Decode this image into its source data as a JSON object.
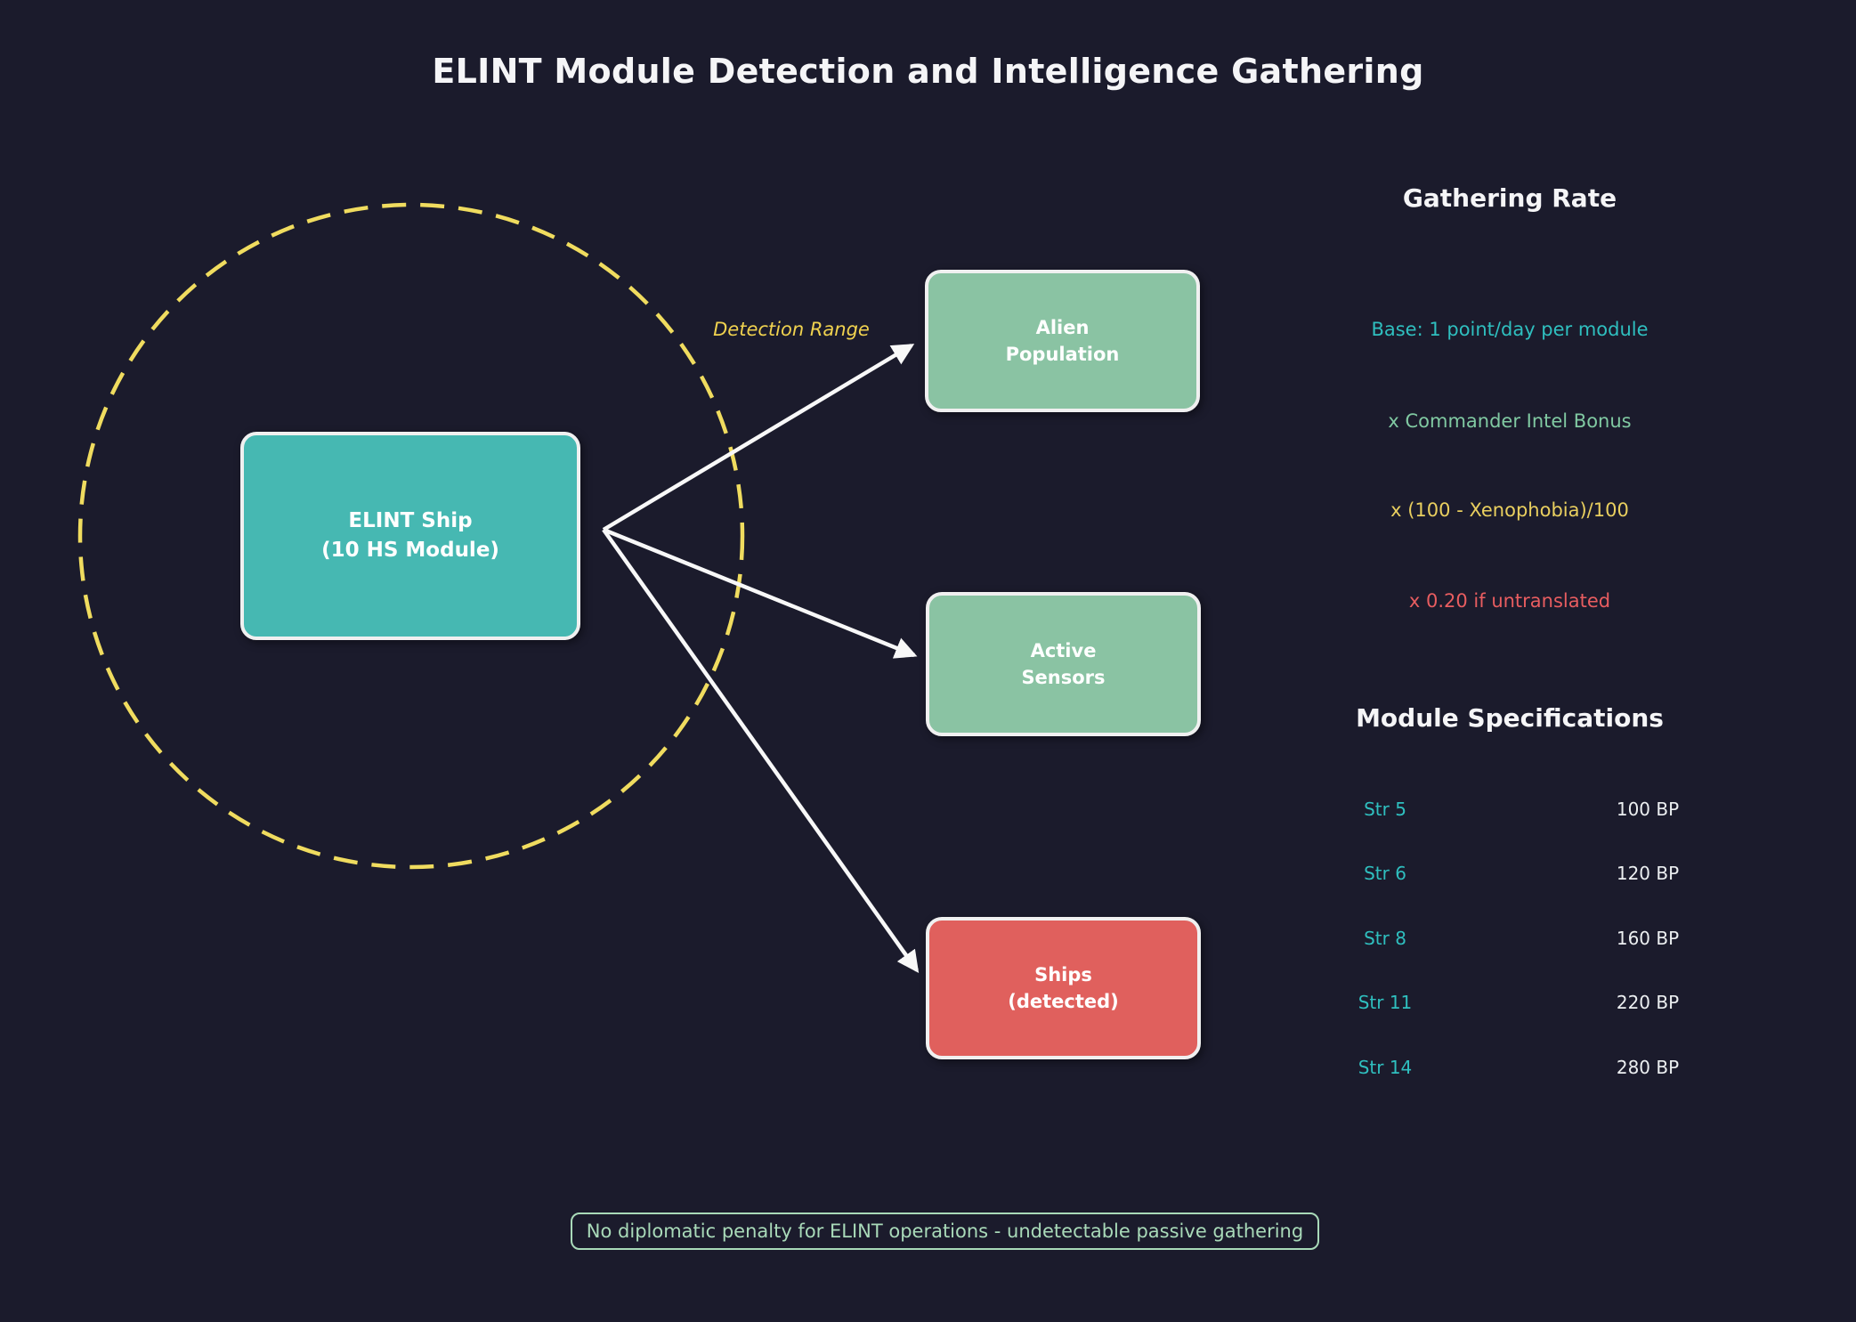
{
  "title": "ELINT Module Detection and Intelligence Gathering",
  "diagram": {
    "detection_range_label": "Detection Range",
    "ship": {
      "line1": "ELINT Ship",
      "line2": "(10 HS Module)"
    },
    "targets": [
      {
        "name": "alien-population",
        "line1": "Alien",
        "line2": "Population",
        "color": "#8ac3a3"
      },
      {
        "name": "active-sensors",
        "line1": "Active",
        "line2": "Sensors",
        "color": "#8ac3a3"
      },
      {
        "name": "ships-detected",
        "line1": "Ships",
        "line2": "(detected)",
        "color": "#e0605d"
      }
    ]
  },
  "gathering_rate": {
    "heading": "Gathering Rate",
    "lines": [
      {
        "text": "Base: 1 point/day per module",
        "color": "#2fbfbf"
      },
      {
        "text": "x Commander Intel Bonus",
        "color": "#80c9a2"
      },
      {
        "text": "x (100 - Xenophobia)/100",
        "color": "#e9cf5f"
      },
      {
        "text": "x 0.20 if untranslated",
        "color": "#e85d60"
      }
    ]
  },
  "module_specs": {
    "heading": "Module Specifications",
    "rows": [
      {
        "strength": "Str 5",
        "cost": "100 BP"
      },
      {
        "strength": "Str 6",
        "cost": "120 BP"
      },
      {
        "strength": "Str 8",
        "cost": "160 BP"
      },
      {
        "strength": "Str 11",
        "cost": "220 BP"
      },
      {
        "strength": "Str 14",
        "cost": "280 BP"
      }
    ]
  },
  "note": "No diplomatic penalty for ELINT operations - undetectable passive gathering",
  "colors": {
    "background": "#1b1b2c",
    "ship_fill": "#46b8b2",
    "target_green_fill": "#8ac3a3",
    "target_red_fill": "#e0605d",
    "box_border": "#f0f0f0",
    "detection_circle_yellow": "#f0dc5f",
    "arrow_white": "#f8f8f8",
    "note_green": "#a9dab9",
    "text_teal": "#2fbfbf",
    "text_green": "#80c9a2",
    "text_yellow": "#e9cf5f",
    "text_red": "#e85d60",
    "heading_white": "#f5f5f7"
  }
}
